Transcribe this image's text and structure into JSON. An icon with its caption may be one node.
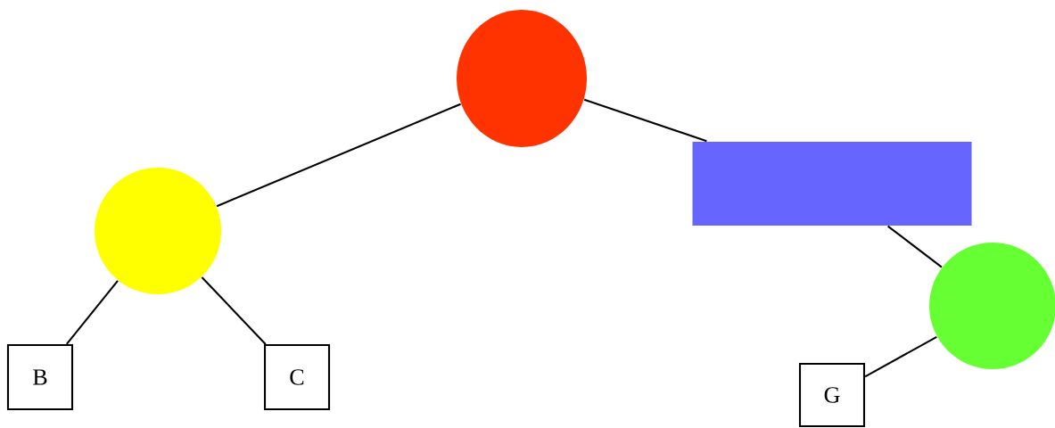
{
  "diagram": {
    "nodes": [
      {
        "text": [],
        "shape": "circle"
      },
      {
        "text": [],
        "shape": "circle"
      },
      {
        "text": [],
        "shape": "box"
      },
      {
        "text": [],
        "shape": "circle"
      },
      {
        "text": [
          "B"
        ]
      },
      {
        "text": [
          "C"
        ]
      },
      {
        "text": [
          "G"
        ]
      }
    ],
    "edges": [
      {
        "from": 0,
        "to": 1,
        "arrow": "none"
      },
      {
        "from": 0,
        "to": 2,
        "arrow": "none"
      },
      {
        "from": 2,
        "to": 3,
        "arrow": "none"
      },
      {
        "from": 1,
        "to": 4,
        "arrow": "none"
      },
      {
        "from": 1,
        "to": 5,
        "arrow": "none"
      },
      {
        "from": 3,
        "to": 6,
        "arrow": "none"
      }
    ]
  }
}
